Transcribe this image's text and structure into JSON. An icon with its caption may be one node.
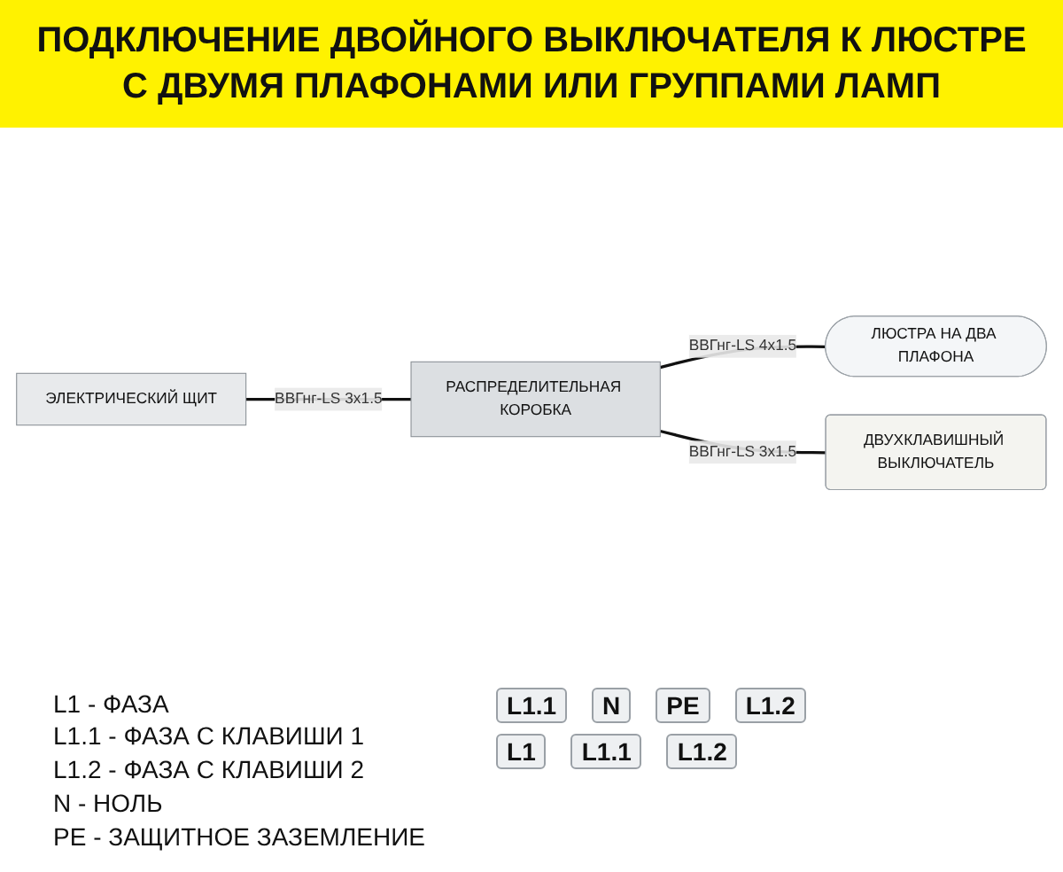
{
  "diagram": {
    "title": "ПОДКЛЮЧЕНИЕ ДВОЙНОГО ВЫКЛЮЧАТЕЛЯ К ЛЮСТРЕ С ДВУМЯ ПЛАФОНАМИ ИЛИ ГРУППАМИ ЛАМП",
    "nodes": [
      {
        "text": [
          "ЭЛЕКТРИЧЕСКИЙ ЩИТ"
        ]
      },
      {
        "text": [
          "РАСПРЕДЕЛИТЕЛЬНАЯ КОРОБКА"
        ]
      },
      {
        "text": [
          "ЛЮСТРА НА ДВА ПЛАФОНА"
        ]
      },
      {
        "text": [
          "ДВУХКЛАВИШНЫЙ ВЫКЛЮЧАТЕЛЬ"
        ]
      }
    ],
    "edges": [
      {
        "from": 0,
        "to": 1,
        "arrow": "none",
        "label": "ВВГнг-LS 3x1.5"
      },
      {
        "from": 1,
        "to": 2,
        "arrow": "none",
        "label": "ВВГнг-LS 4x1.5"
      },
      {
        "from": 1,
        "to": 3,
        "arrow": "none",
        "label": "ВВГнг-LS 3x1.5"
      }
    ],
    "labels": [
      "L1.1",
      "N",
      "PE",
      "L1.2",
      "L1",
      "L1 - ФАЗА",
      "L1.1 - ФАЗА С КЛАВИШИ 1",
      "L1.2 - ФАЗА С КЛАВИШИ 2",
      "N - НОЛЬ",
      "PE - ЗАЩИТНОЕ ЗАЗЕМЛЕНИЕ",
      "L1.1",
      "L1.2"
    ]
  }
}
